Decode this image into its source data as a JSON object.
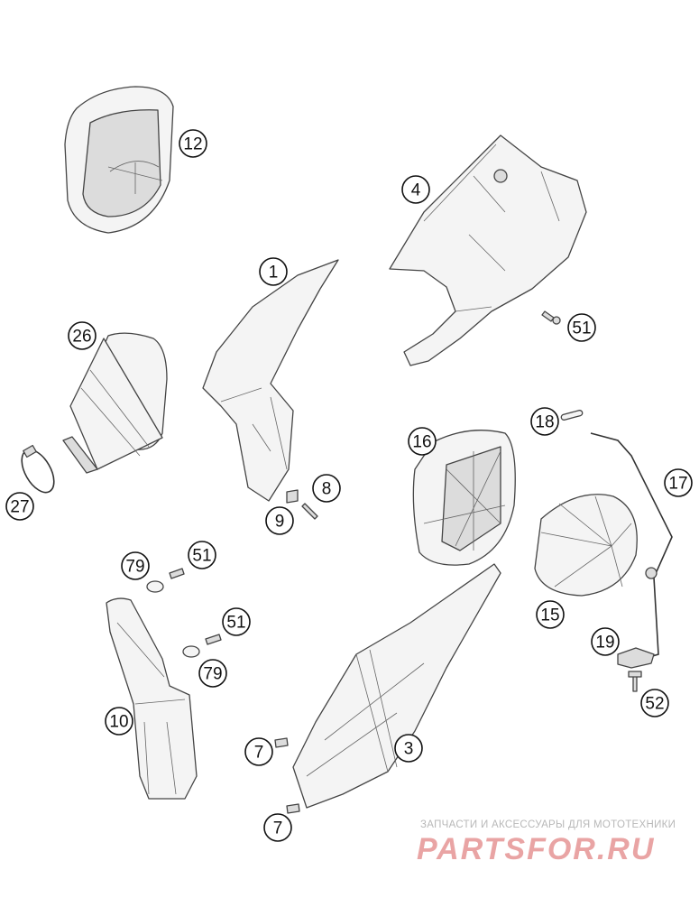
{
  "callouts": [
    {
      "label": "12"
    },
    {
      "label": "4"
    },
    {
      "label": "1"
    },
    {
      "label": "51"
    },
    {
      "label": "26"
    },
    {
      "label": "18"
    },
    {
      "label": "16"
    },
    {
      "label": "17"
    },
    {
      "label": "8"
    },
    {
      "label": "9"
    },
    {
      "label": "27"
    },
    {
      "label": "79"
    },
    {
      "label": "51"
    },
    {
      "label": "15"
    },
    {
      "label": "51"
    },
    {
      "label": "19"
    },
    {
      "label": "79"
    },
    {
      "label": "52"
    },
    {
      "label": "10"
    },
    {
      "label": "3"
    },
    {
      "label": "7"
    },
    {
      "label": "7"
    }
  ],
  "watermark": {
    "caption": "ЗАПЧАСТИ И АКСЕССУАРЫ ДЛЯ МОТОТЕХНИКИ",
    "logo": "PARTSFOR.RU"
  }
}
